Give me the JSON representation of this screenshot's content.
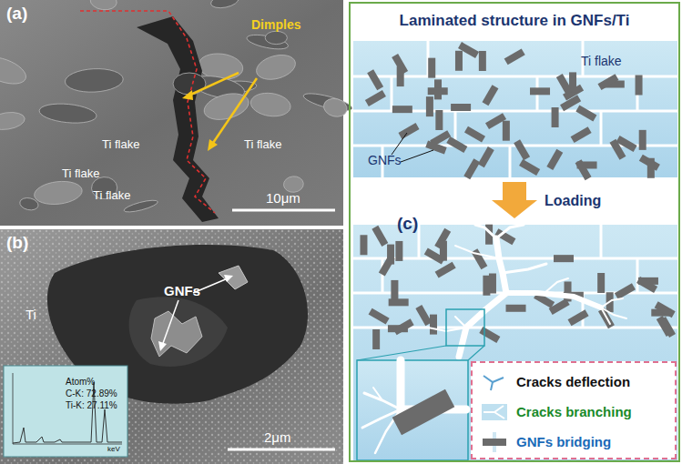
{
  "diagram": {
    "nodes": [
      {
        "text": [
          "Laminated structure in GNFs/Ti"
        ]
      },
      {
        "text": [
          "Ti flake",
          "GNFs"
        ],
        "in": 0
      }
    ],
    "labels": [
      "(a)",
      "Dimples",
      "Ti flake",
      "Ti flake",
      "Ti flake",
      "Ti flake",
      "10μm",
      "(b)",
      "GNFs",
      "Ti",
      "2μm",
      "Atom%",
      "C-K: 72.89%",
      "Ti-K: 27.11%",
      "keV",
      "(c)",
      "Loading"
    ],
    "legend": [
      {
        "text": "Cracks deflection"
      },
      {
        "text": "Cracks branching"
      },
      {
        "text": "GNFs bridging"
      }
    ]
  }
}
